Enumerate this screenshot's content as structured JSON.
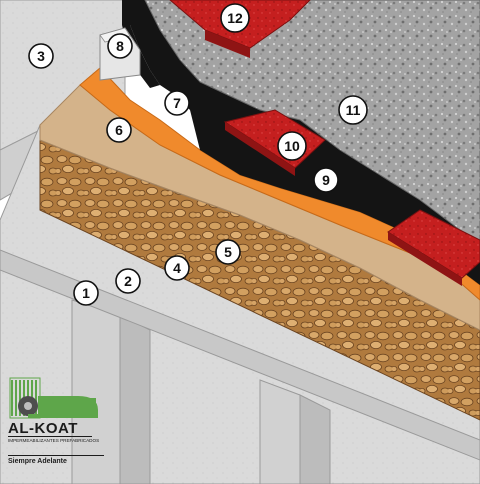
{
  "callouts": [
    {
      "number": "1"
    },
    {
      "number": "2"
    },
    {
      "number": "3"
    },
    {
      "number": "4"
    },
    {
      "number": "5"
    },
    {
      "number": "6"
    },
    {
      "number": "7"
    },
    {
      "number": "8"
    },
    {
      "number": "9"
    },
    {
      "number": "10"
    },
    {
      "number": "11"
    },
    {
      "number": "12"
    }
  ],
  "logo": {
    "brand": "AL-KOAT",
    "tagline": "IMPERMEABILIZANTES PREFABRICADOS",
    "slogan": "Siempre Adelante",
    "brand_green": "#5ea64a"
  },
  "colors": {
    "concrete": "#d9d9d9",
    "gravel_slab": "#a8733a",
    "screed": "#d2b48c",
    "insulation": "#f08a2c",
    "membrane": "#121212",
    "gravel": "#9c9c9c",
    "paver": "#c21f1f"
  }
}
